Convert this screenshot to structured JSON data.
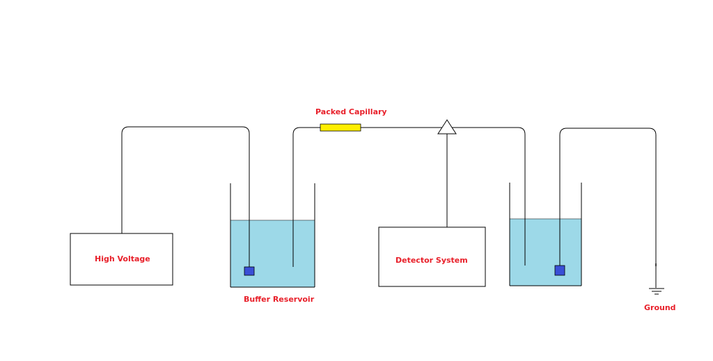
{
  "labels": {
    "high_voltage": "High Voltage",
    "buffer_reservoir": "Buffer Reservoir",
    "packed_capillary": "Packed Capillary",
    "detector_system": "Detector System",
    "ground": "Ground"
  },
  "colors": {
    "label_text": "#e8202a",
    "wire": "#000000",
    "buffer_liquid": "#9dd9e8",
    "electrode": "#3a4fd6",
    "capillary_fill": "#ffee00",
    "box_fill": "#ffffff"
  },
  "icons": {
    "ground": "ground-icon",
    "detector_tip": "triangle-detector-icon"
  }
}
